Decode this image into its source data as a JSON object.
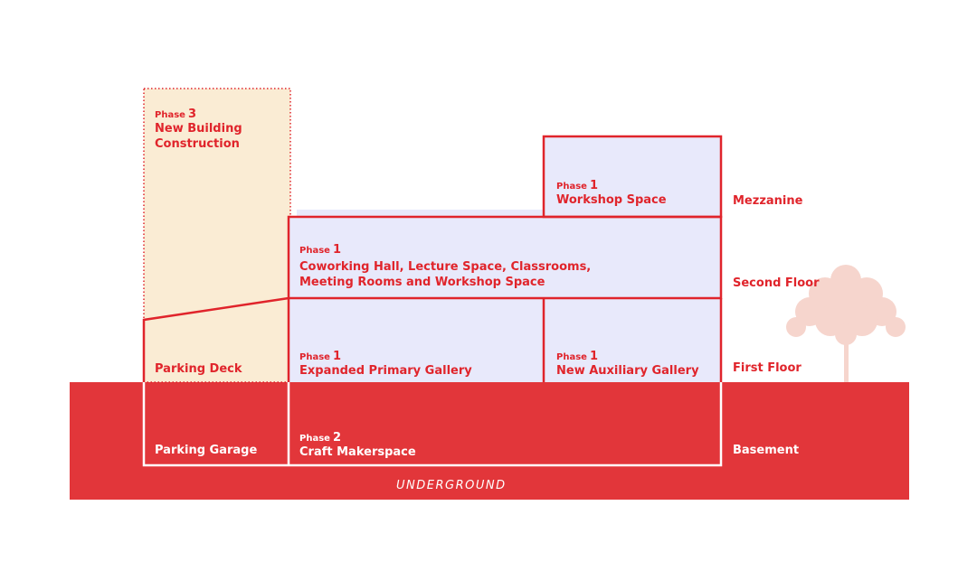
{
  "colors": {
    "red": "#e0242b",
    "ground_red": "#e2363a",
    "phase3_fill": "#faecd4",
    "phase1_fill": "#e8e9fb",
    "tree": "#f6d5cd"
  },
  "phase3_block": {
    "phase_label": "Phase",
    "phase_number": "3",
    "title_line1": "New Building",
    "title_line2": "Construction"
  },
  "workshop_block": {
    "phase_label": "Phase",
    "phase_number": "1",
    "title": "Workshop Space"
  },
  "coworking_block": {
    "phase_label": "Phase",
    "phase_number": "1",
    "title_line1": "Coworking Hall, Lecture Space, Classrooms,",
    "title_line2": "Meeting Rooms and Workshop Space"
  },
  "parking_deck": {
    "title": "Parking Deck"
  },
  "primary_gallery": {
    "phase_label": "Phase",
    "phase_number": "1",
    "title": "Expanded Primary Gallery"
  },
  "auxiliary_gallery": {
    "phase_label": "Phase",
    "phase_number": "1",
    "title": "New Auxiliary Gallery"
  },
  "parking_garage": {
    "title": "Parking Garage"
  },
  "makerspace": {
    "phase_label": "Phase",
    "phase_number": "2",
    "title": "Craft Makerspace"
  },
  "floors": {
    "mezzanine": "Mezzanine",
    "second": "Second Floor",
    "first": "First Floor",
    "basement": "Basement"
  },
  "underground_label": "UNDERGROUND",
  "tree_icon": "tree-icon"
}
